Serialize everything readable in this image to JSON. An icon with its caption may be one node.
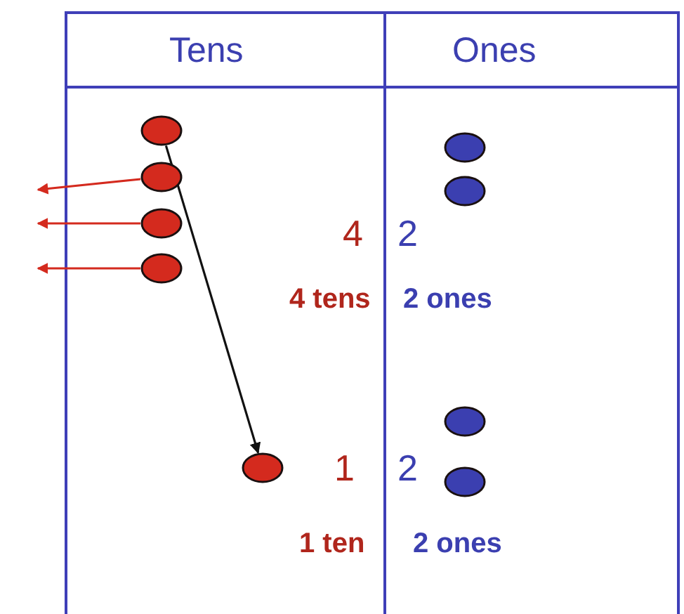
{
  "diagram": {
    "nodes": [
      {
        "text": [],
        "shape": "circle"
      },
      {
        "text": [],
        "shape": "circle"
      },
      {
        "text": [],
        "shape": "circle"
      },
      {
        "text": [],
        "shape": "circle"
      },
      {
        "text": [],
        "shape": "circle"
      },
      {
        "text": [],
        "shape": "circle"
      },
      {
        "text": [],
        "shape": "circle"
      },
      {
        "text": [],
        "shape": "circle"
      },
      {
        "text": [],
        "shape": "circle"
      }
    ],
    "edges": [
      {
        "from": 0,
        "to": 4,
        "arrow": "to",
        "color": "#111111"
      },
      {
        "from": 1,
        "to": null,
        "arrow": "to"
      },
      {
        "from": 2,
        "to": null,
        "arrow": "to"
      },
      {
        "from": 3,
        "to": null,
        "arrow": "to"
      }
    ],
    "labels": [
      "Tens",
      "Ones",
      "4",
      "2",
      "4 tens",
      "2 ones",
      "1",
      "2",
      "1 ten",
      "2 ones"
    ]
  }
}
